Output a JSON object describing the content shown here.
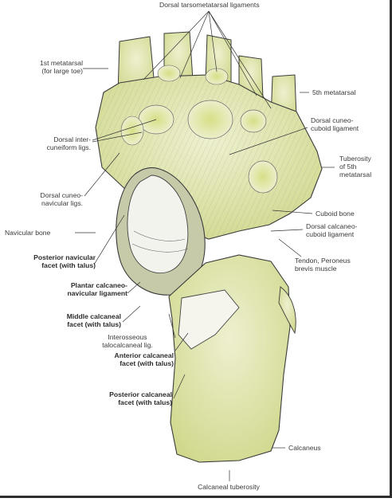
{
  "labels": {
    "dorsal_tarsometatarsal": "Dorsal tarsometatarsal ligaments",
    "first_metatarsal": [
      "1st metatarsal",
      "(for large toe)"
    ],
    "fifth_metatarsal": "5th metatarsal",
    "dorsal_intercuneiform": [
      "Dorsal inter-",
      "cuneiform ligs."
    ],
    "dorsal_cuneocuboid": [
      "Dorsal cuneo-",
      "cuboid ligament"
    ],
    "tuberosity_5th": [
      "Tuberosity",
      "of 5th",
      "metatarsal"
    ],
    "dorsal_cuneonavicular": [
      "Dorsal cuneo-",
      "navicular ligs."
    ],
    "cuboid_bone": "Cuboid bone",
    "navicular_bone": "Navicular bone",
    "dorsal_calcaneocuboid": [
      "Dorsal calcaneo-",
      "cuboid ligament"
    ],
    "posterior_navicular_facet": [
      "Posterior navicular",
      "facet (with talus)"
    ],
    "tendon_peroneus": [
      "Tendon, Peroneus",
      "brevis muscle"
    ],
    "plantar_calcaneonavicular": [
      "Plantar calcaneo-",
      "navicular ligament"
    ],
    "middle_calcaneal_facet": [
      "Middle calcaneal",
      "facet (with talus)"
    ],
    "interosseous": [
      "Interosseous",
      "talocalcaneal lig."
    ],
    "anterior_calcaneal_facet": [
      "Anterior calcaneal",
      "facet (with talus)"
    ],
    "posterior_calcaneal_facet": [
      "Posterior calcaneal",
      "facet (with talus)"
    ],
    "calcaneus": "Calcaneus",
    "calcaneal_tuberosity": "Calcaneal tuberosity"
  },
  "colors": {
    "bone_fill": "#e9ecc2",
    "bone_highlight": "#d8e08e",
    "outline": "#3b3b3b",
    "ligament": "#6a6a6a",
    "facet": "#f4f4ee",
    "shadow": "#9aa07a"
  }
}
